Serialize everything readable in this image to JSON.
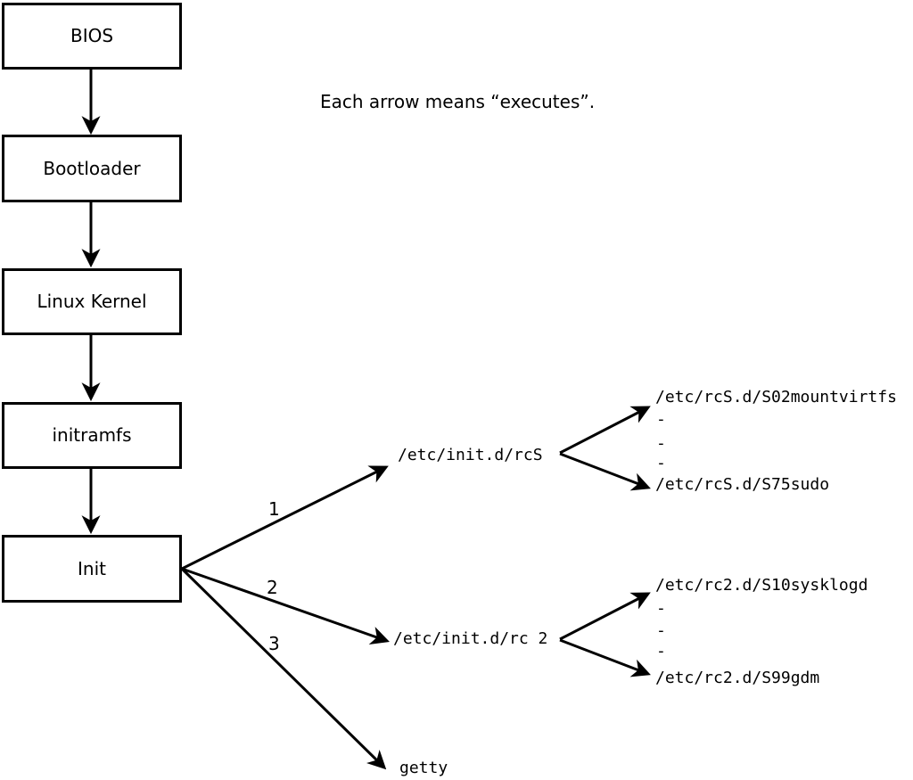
{
  "canvas": {
    "background": "#ffffff",
    "line_color": "#000000"
  },
  "caption": "Each arrow means “executes”.",
  "chain": [
    {
      "label": "BIOS"
    },
    {
      "label": "Bootloader"
    },
    {
      "label": "Linux Kernel"
    },
    {
      "label": "initramfs"
    },
    {
      "label": "Init"
    }
  ],
  "branches": [
    {
      "number": "1",
      "target": "/etc/init.d/rcS"
    },
    {
      "number": "2",
      "target": "/etc/init.d/rc 2"
    },
    {
      "number": "3",
      "target": "getty"
    }
  ],
  "rcS_scripts": {
    "first": "/etc/rcS.d/S02mountvirtfs",
    "ellipsis": [
      "-",
      "-",
      "-"
    ],
    "last": "/etc/rcS.d/S75sudo"
  },
  "rc2_scripts": {
    "first": "/etc/rc2.d/S10sysklogd",
    "ellipsis": [
      "-",
      "-",
      "-"
    ],
    "last": "/etc/rc2.d/S99gdm"
  }
}
